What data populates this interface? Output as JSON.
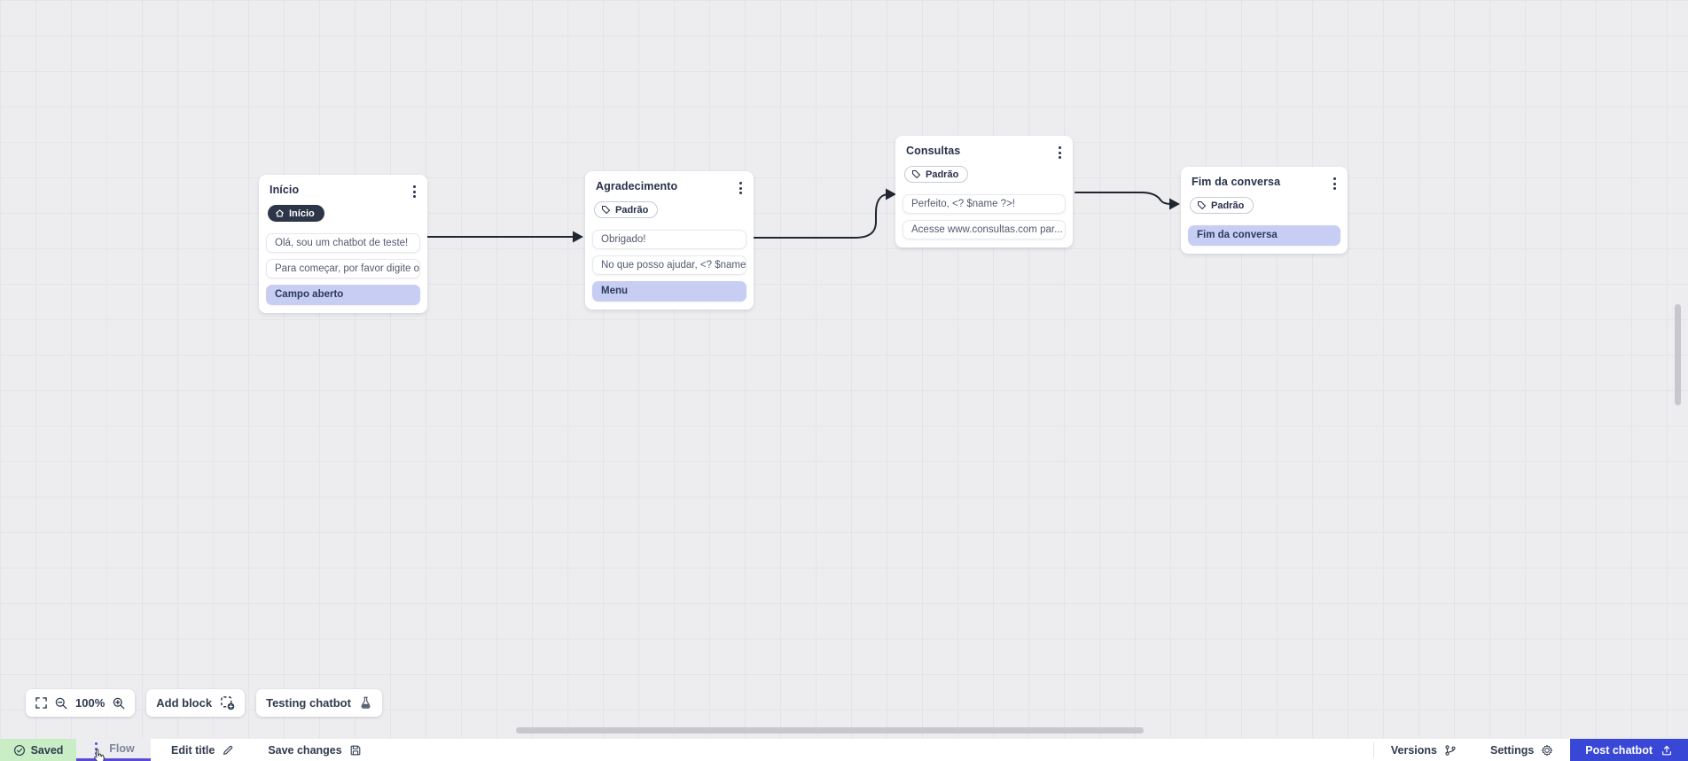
{
  "canvas": {
    "toolbar": {
      "zoom_level": "100%",
      "add_block_label": "Add block",
      "testing_chatbot_label": "Testing chatbot"
    },
    "nodes": [
      {
        "title": "Início",
        "badge": "Início",
        "badge_type": "start",
        "blocks": [
          "Olá, sou um chatbot de teste!",
          "Para começar, por favor digite o ...",
          "Campo aberto"
        ]
      },
      {
        "title": "Agradecimento",
        "badge": "Padrão",
        "badge_type": "default",
        "blocks": [
          "Obrigado!",
          "No que posso ajudar, <? $name ...",
          "Menu"
        ]
      },
      {
        "title": "Consultas",
        "badge": "Padrão",
        "badge_type": "default",
        "blocks": [
          "Perfeito, <? $name ?>!",
          "Acesse www.consultas.com par..."
        ]
      },
      {
        "title": "Fim da conversa",
        "badge": "Padrão",
        "badge_type": "default",
        "blocks": [
          "Fim da conversa"
        ]
      }
    ]
  },
  "statusbar": {
    "saved_label": "Saved",
    "flow_tab_label": "Flow",
    "edit_title_label": "Edit title",
    "save_changes_label": "Save changes",
    "versions_label": "Versions",
    "settings_label": "Settings",
    "post_button_label": "Post chatbot"
  },
  "icons": {
    "start_badge": "home-icon",
    "default_badge": "tag-icon",
    "node_menu": "kebab-menu-icon",
    "toolbar": [
      "fullscreen-icon",
      "zoom-out-icon",
      "zoom-in-icon",
      "add-block-icon",
      "flask-icon"
    ],
    "statusbar": [
      "check-circle-icon",
      "pencil-icon",
      "save-icon",
      "git-branch-icon",
      "gear-icon",
      "upload-icon"
    ]
  },
  "colors": {
    "accent_purple": "#5a4ad8",
    "post_button_blue": "#3847d6",
    "saved_green_bg": "#c9edc5",
    "input_block_purple": "#c7cdf3",
    "start_badge_navy": "#2d3648",
    "connector_dark": "#20262f",
    "canvas_bg": "#ededf0"
  }
}
